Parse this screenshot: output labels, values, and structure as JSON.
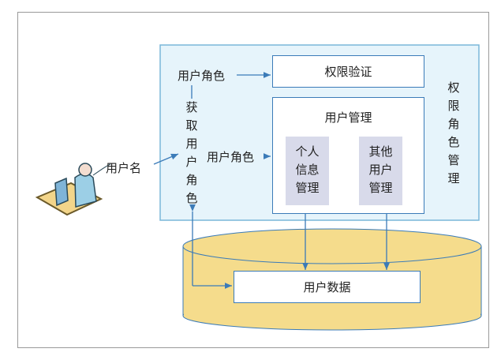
{
  "labels": {
    "user_role_top": "用户角色",
    "get_user_role": "获取用户角色",
    "user_role_mid": "用户角色",
    "username": "用户名",
    "permission_check": "权限验证",
    "user_management": "用户管理",
    "personal_info_mgmt": "个人信息管理",
    "other_user_mgmt": "其他用户管理",
    "permission_role_mgmt": "权限角色管理",
    "user_data": "用户数据"
  },
  "colors": {
    "blue_panel": "#e6f4fb",
    "border": "#3b7bb8",
    "db": "#f5dc8c",
    "sub": "#d8daea"
  }
}
